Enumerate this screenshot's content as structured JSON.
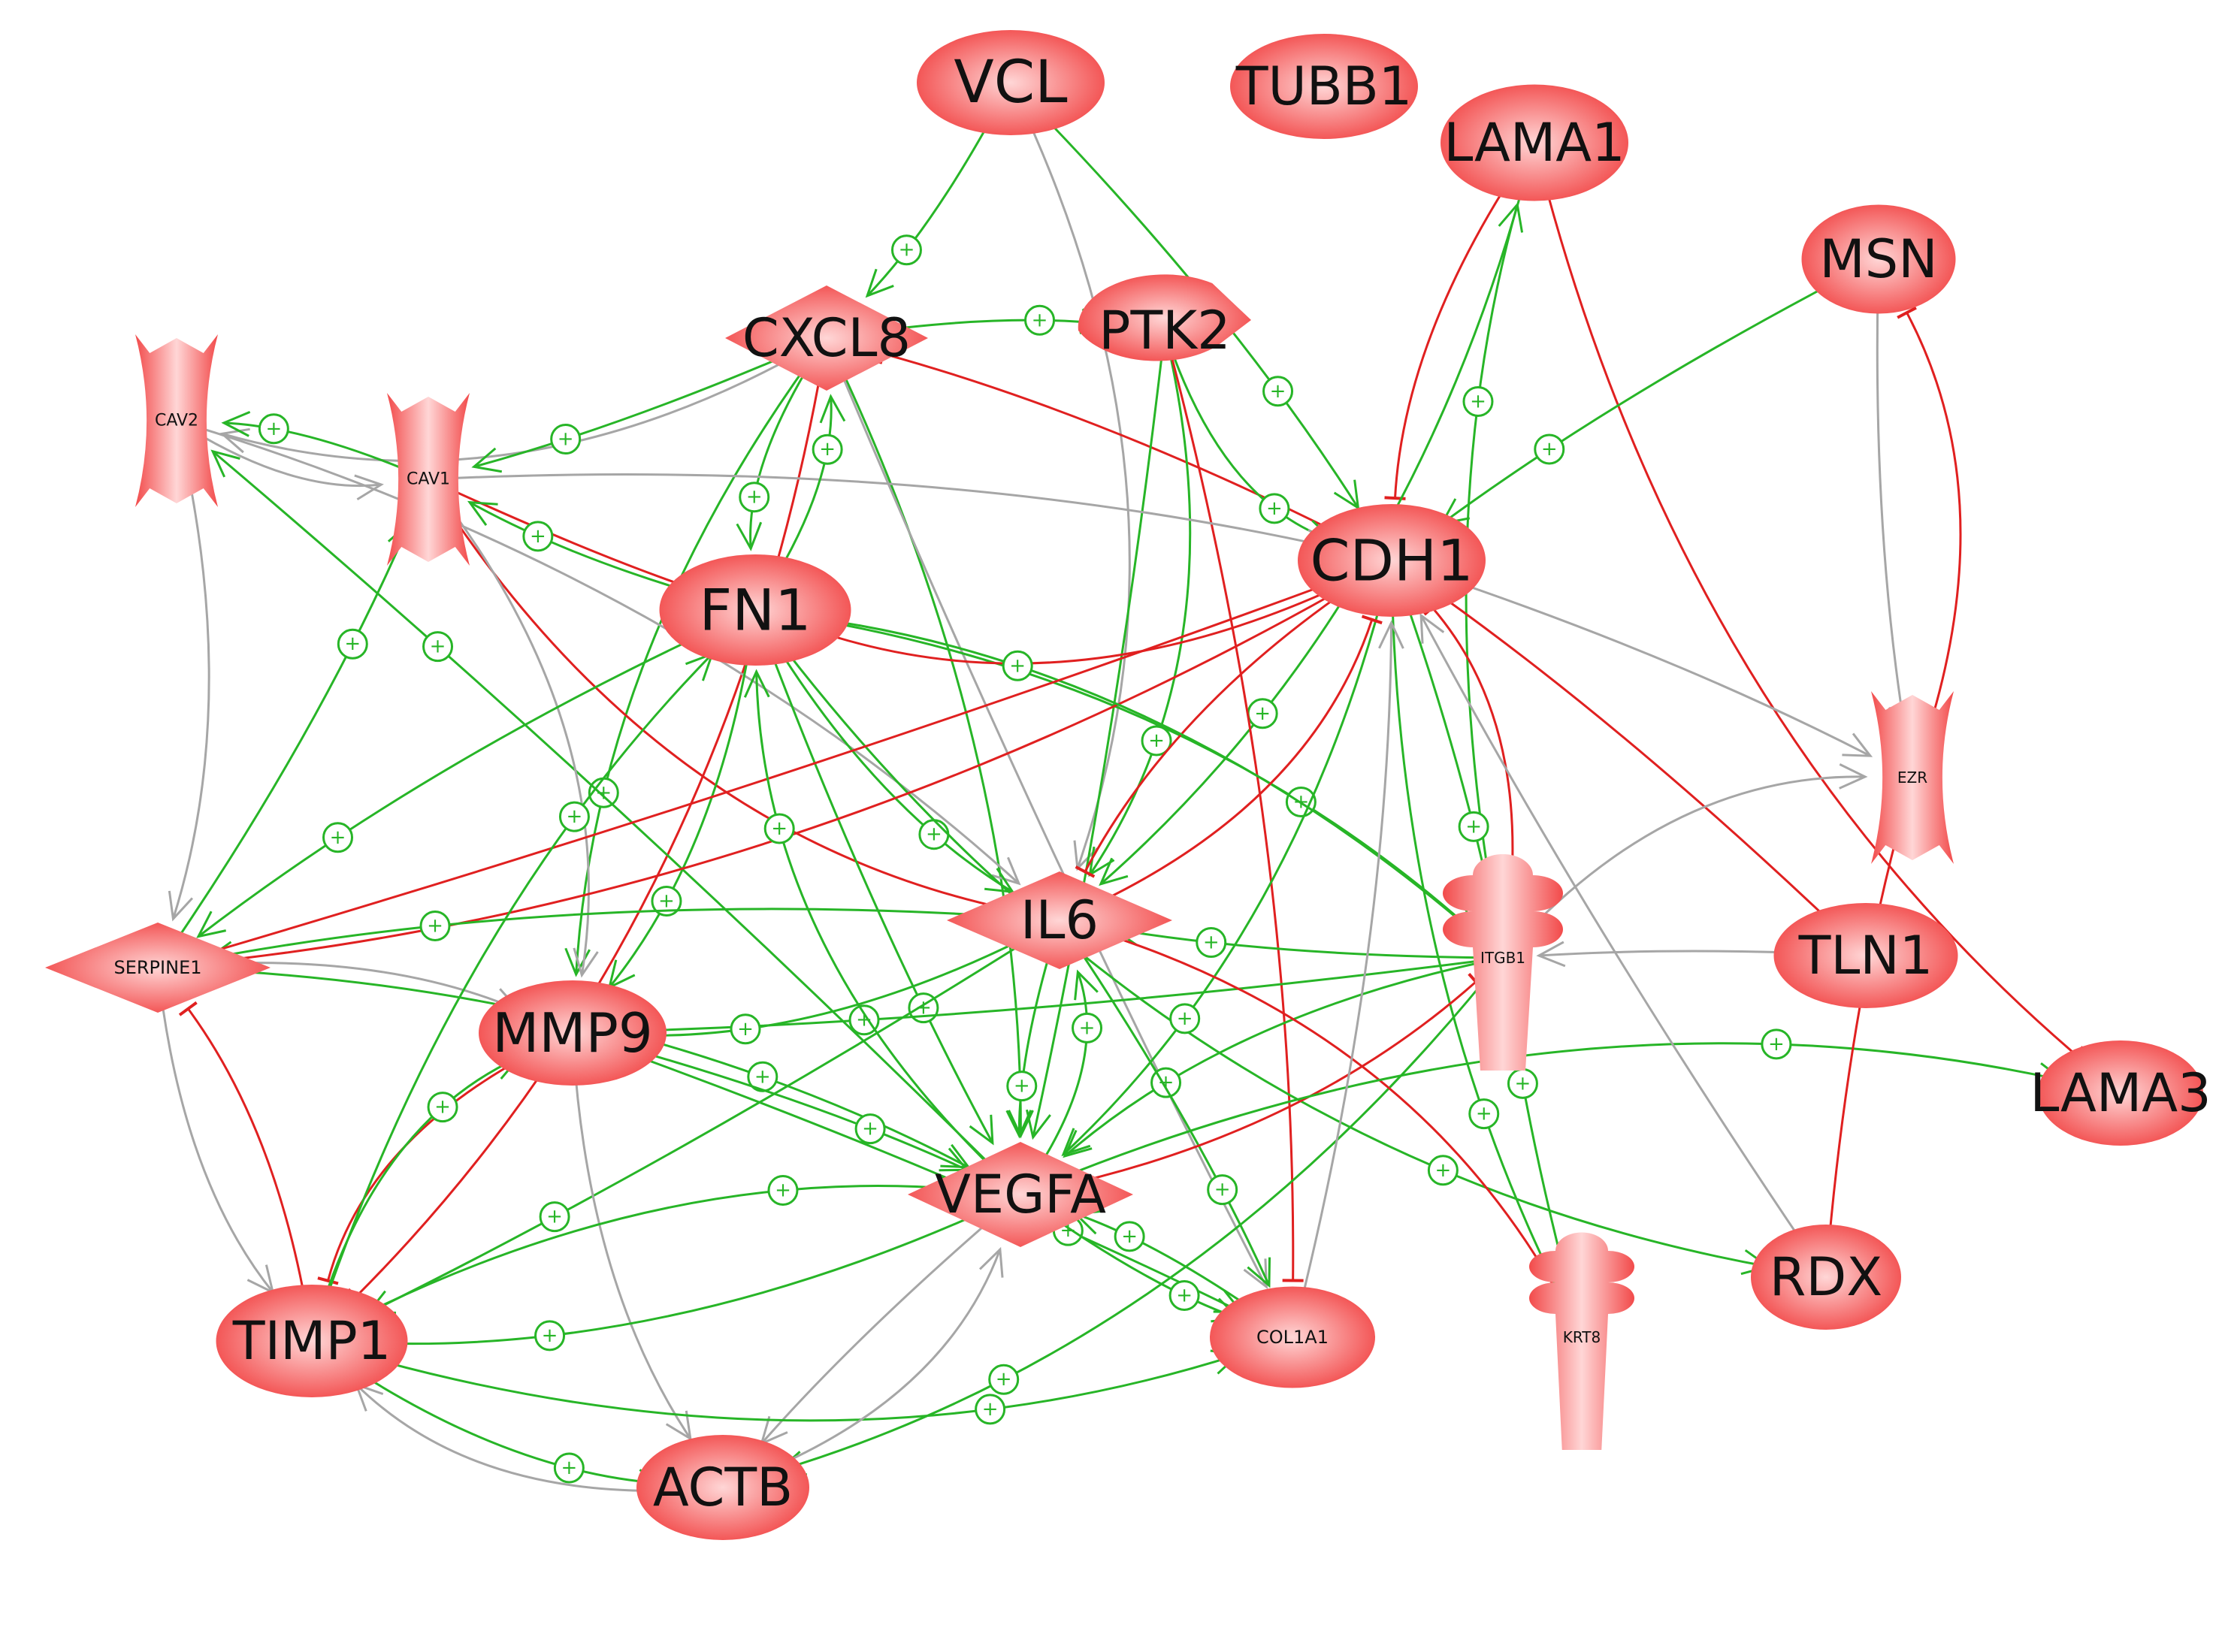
{
  "colors": {
    "node_light": "#ffd6d6",
    "node_dark": "#f24a4a",
    "activation": "#27b527",
    "inhibition": "#e02020",
    "binding": "#a6a6a6",
    "label": "#111111"
  },
  "legend_symbols": {
    "activation_mark": "+"
  },
  "nodes": [
    {
      "id": "VCL",
      "label": "VCL",
      "shape": "ellipse"
    },
    {
      "id": "TUBB1",
      "label": "TUBB1",
      "shape": "ellipse"
    },
    {
      "id": "LAMA1",
      "label": "LAMA1",
      "shape": "ellipse"
    },
    {
      "id": "MSN",
      "label": "MSN",
      "shape": "ellipse"
    },
    {
      "id": "CXCL8",
      "label": "CXCL8",
      "shape": "diamond"
    },
    {
      "id": "PTK2",
      "label": "PTK2",
      "shape": "kinase"
    },
    {
      "id": "CAV2",
      "label": "CAV2",
      "shape": "channel"
    },
    {
      "id": "CAV1",
      "label": "CAV1",
      "shape": "channel"
    },
    {
      "id": "CDH1",
      "label": "CDH1",
      "shape": "ellipse"
    },
    {
      "id": "FN1",
      "label": "FN1",
      "shape": "ellipse"
    },
    {
      "id": "EZR",
      "label": "EZR",
      "shape": "channel"
    },
    {
      "id": "ITGB1",
      "label": "ITGB1",
      "shape": "receptor"
    },
    {
      "id": "IL6",
      "label": "IL6",
      "shape": "diamond"
    },
    {
      "id": "TLN1",
      "label": "TLN1",
      "shape": "ellipse"
    },
    {
      "id": "SERPINE1",
      "label": "SERPINE1",
      "shape": "diamond"
    },
    {
      "id": "MMP9",
      "label": "MMP9",
      "shape": "ellipse"
    },
    {
      "id": "LAMA3",
      "label": "LAMA3",
      "shape": "ellipse"
    },
    {
      "id": "VEGFA",
      "label": "VEGFA",
      "shape": "diamond"
    },
    {
      "id": "RDX",
      "label": "RDX",
      "shape": "ellipse"
    },
    {
      "id": "TIMP1",
      "label": "TIMP1",
      "shape": "ellipse"
    },
    {
      "id": "COL1A1",
      "label": "COL1A1",
      "shape": "ellipse"
    },
    {
      "id": "KRT8",
      "label": "KRT8",
      "shape": "receptor"
    },
    {
      "id": "ACTB",
      "label": "ACTB",
      "shape": "ellipse"
    }
  ],
  "edges": [
    {
      "from": "VCL",
      "to": "IL6",
      "type": "binding"
    },
    {
      "from": "VCL",
      "to": "CDH1",
      "type": "activation"
    },
    {
      "from": "VCL",
      "to": "CXCL8",
      "type": "activation"
    },
    {
      "from": "LAMA1",
      "to": "CDH1",
      "type": "inhibition"
    },
    {
      "from": "LAMA1",
      "to": "LAMA3",
      "type": "inhibition"
    },
    {
      "from": "LAMA1",
      "to": "IL6",
      "type": "activation"
    },
    {
      "from": "ITGB1",
      "to": "LAMA1",
      "type": "activation"
    },
    {
      "from": "MSN",
      "to": "CDH1",
      "type": "activation"
    },
    {
      "from": "MSN",
      "to": "EZR",
      "type": "binding"
    },
    {
      "from": "EZR",
      "to": "MSN",
      "type": "inhibition"
    },
    {
      "from": "CXCL8",
      "to": "CAV2",
      "type": "binding"
    },
    {
      "from": "CXCL8",
      "to": "CAV1",
      "type": "activation"
    },
    {
      "from": "CXCL8",
      "to": "PTK2",
      "type": "activation"
    },
    {
      "from": "CXCL8",
      "to": "FN1",
      "type": "activation"
    },
    {
      "from": "CXCL8",
      "to": "MMP9",
      "type": "activation"
    },
    {
      "from": "CXCL8",
      "to": "TIMP1",
      "type": "inhibition"
    },
    {
      "from": "CXCL8",
      "to": "VEGFA",
      "type": "activation"
    },
    {
      "from": "CXCL8",
      "to": "COL1A1",
      "type": "binding"
    },
    {
      "from": "CDH1",
      "to": "CXCL8",
      "type": "inhibition"
    },
    {
      "from": "PTK2",
      "to": "CDH1",
      "type": "activation"
    },
    {
      "from": "PTK2",
      "to": "IL6",
      "type": "activation"
    },
    {
      "from": "PTK2",
      "to": "COL1A1",
      "type": "inhibition"
    },
    {
      "from": "PTK2",
      "to": "VEGFA",
      "type": "activation"
    },
    {
      "from": "CAV2",
      "to": "CAV1",
      "type": "binding"
    },
    {
      "from": "CAV1",
      "to": "CAV2",
      "type": "activation"
    },
    {
      "from": "CAV2",
      "to": "SERPINE1",
      "type": "binding"
    },
    {
      "from": "CAV2",
      "to": "IL6",
      "type": "binding"
    },
    {
      "from": "VEGFA",
      "to": "CAV2",
      "type": "activation"
    },
    {
      "from": "CAV1",
      "to": "FN1",
      "type": "inhibition"
    },
    {
      "from": "CAV1",
      "to": "IL6",
      "type": "inhibition"
    },
    {
      "from": "CAV1",
      "to": "MMP9",
      "type": "binding"
    },
    {
      "from": "CAV1",
      "to": "CDH1",
      "type": "binding"
    },
    {
      "from": "FN1",
      "to": "CAV1",
      "type": "activation"
    },
    {
      "from": "FN1",
      "to": "CXCL8",
      "type": "activation"
    },
    {
      "from": "FN1",
      "to": "IL6",
      "type": "activation"
    },
    {
      "from": "FN1",
      "to": "ITGB1",
      "type": "activation"
    },
    {
      "from": "FN1",
      "to": "MMP9",
      "type": "activation"
    },
    {
      "from": "FN1",
      "to": "VEGFA",
      "type": "activation"
    },
    {
      "from": "FN1",
      "to": "SERPINE1",
      "type": "activation"
    },
    {
      "from": "FN1",
      "to": "RDX",
      "type": "activation"
    },
    {
      "from": "CDH1",
      "to": "FN1",
      "type": "inhibition"
    },
    {
      "from": "CDH1",
      "to": "ITGB1",
      "type": "activation"
    },
    {
      "from": "CDH1",
      "to": "EZR",
      "type": "binding"
    },
    {
      "from": "CDH1",
      "to": "KRT8",
      "type": "activation"
    },
    {
      "from": "CDH1",
      "to": "IL6",
      "type": "inhibition"
    },
    {
      "from": "CDH1",
      "to": "VEGFA",
      "type": "activation"
    },
    {
      "from": "CDH1",
      "to": "SERPINE1",
      "type": "inhibition"
    },
    {
      "from": "TLN1",
      "to": "CDH1",
      "type": "inhibition"
    },
    {
      "from": "TLN1",
      "to": "ITGB1",
      "type": "binding"
    },
    {
      "from": "ITGB1",
      "to": "CDH1",
      "type": "inhibition"
    },
    {
      "from": "ITGB1",
      "to": "EZR",
      "type": "binding"
    },
    {
      "from": "ITGB1",
      "to": "IL6",
      "type": "activation"
    },
    {
      "from": "ITGB1",
      "to": "MMP9",
      "type": "activation"
    },
    {
      "from": "ITGB1",
      "to": "VEGFA",
      "type": "activation"
    },
    {
      "from": "ITGB1",
      "to": "FN1",
      "type": "activation"
    },
    {
      "from": "ITGB1",
      "to": "ACTB",
      "type": "activation"
    },
    {
      "from": "IL6",
      "to": "MMP9",
      "type": "activation"
    },
    {
      "from": "IL6",
      "to": "VEGFA",
      "type": "activation"
    },
    {
      "from": "IL6",
      "to": "SERPINE1",
      "type": "activation"
    },
    {
      "from": "IL6",
      "to": "CDH1",
      "type": "inhibition"
    },
    {
      "from": "IL6",
      "to": "KRT8",
      "type": "inhibition"
    },
    {
      "from": "IL6",
      "to": "COL1A1",
      "type": "activation"
    },
    {
      "from": "IL6",
      "to": "TIMP1",
      "type": "activation"
    },
    {
      "from": "SERPINE1",
      "to": "TIMP1",
      "type": "binding"
    },
    {
      "from": "TIMP1",
      "to": "SERPINE1",
      "type": "inhibition"
    },
    {
      "from": "SERPINE1",
      "to": "MMP9",
      "type": "binding"
    },
    {
      "from": "SERPINE1",
      "to": "VEGFA",
      "type": "activation"
    },
    {
      "from": "SERPINE1",
      "to": "CDH1",
      "type": "inhibition"
    },
    {
      "from": "SERPINE1",
      "to": "CAV1",
      "type": "activation"
    },
    {
      "from": "MMP9",
      "to": "TIMP1",
      "type": "inhibition"
    },
    {
      "from": "TIMP1",
      "to": "MMP9",
      "type": "activation"
    },
    {
      "from": "MMP9",
      "to": "VEGFA",
      "type": "activation"
    },
    {
      "from": "MMP9",
      "to": "COL1A1",
      "type": "activation"
    },
    {
      "from": "MMP9",
      "to": "ACTB",
      "type": "binding"
    },
    {
      "from": "VEGFA",
      "to": "ITGB1",
      "type": "inhibition"
    },
    {
      "from": "VEGFA",
      "to": "LAMA3",
      "type": "activation"
    },
    {
      "from": "VEGFA",
      "to": "TIMP1",
      "type": "activation"
    },
    {
      "from": "VEGFA",
      "to": "COL1A1",
      "type": "activation"
    },
    {
      "from": "VEGFA",
      "to": "ACTB",
      "type": "binding"
    },
    {
      "from": "VEGFA",
      "to": "IL6",
      "type": "activation"
    },
    {
      "from": "VEGFA",
      "to": "FN1",
      "type": "activation"
    },
    {
      "from": "RDX",
      "to": "EZR",
      "type": "inhibition"
    },
    {
      "from": "RDX",
      "to": "CDH1",
      "type": "binding"
    },
    {
      "from": "TIMP1",
      "to": "ACTB",
      "type": "activation"
    },
    {
      "from": "TIMP1",
      "to": "COL1A1",
      "type": "activation"
    },
    {
      "from": "TIMP1",
      "to": "VEGFA",
      "type": "activation"
    },
    {
      "from": "TIMP1",
      "to": "FN1",
      "type": "activation"
    },
    {
      "from": "COL1A1",
      "to": "VEGFA",
      "type": "activation"
    },
    {
      "from": "COL1A1",
      "to": "CDH1",
      "type": "binding"
    },
    {
      "from": "ACTB",
      "to": "VEGFA",
      "type": "binding"
    },
    {
      "from": "ACTB",
      "to": "TIMP1",
      "type": "binding"
    },
    {
      "from": "KRT8",
      "to": "ITGB1",
      "type": "activation"
    }
  ]
}
